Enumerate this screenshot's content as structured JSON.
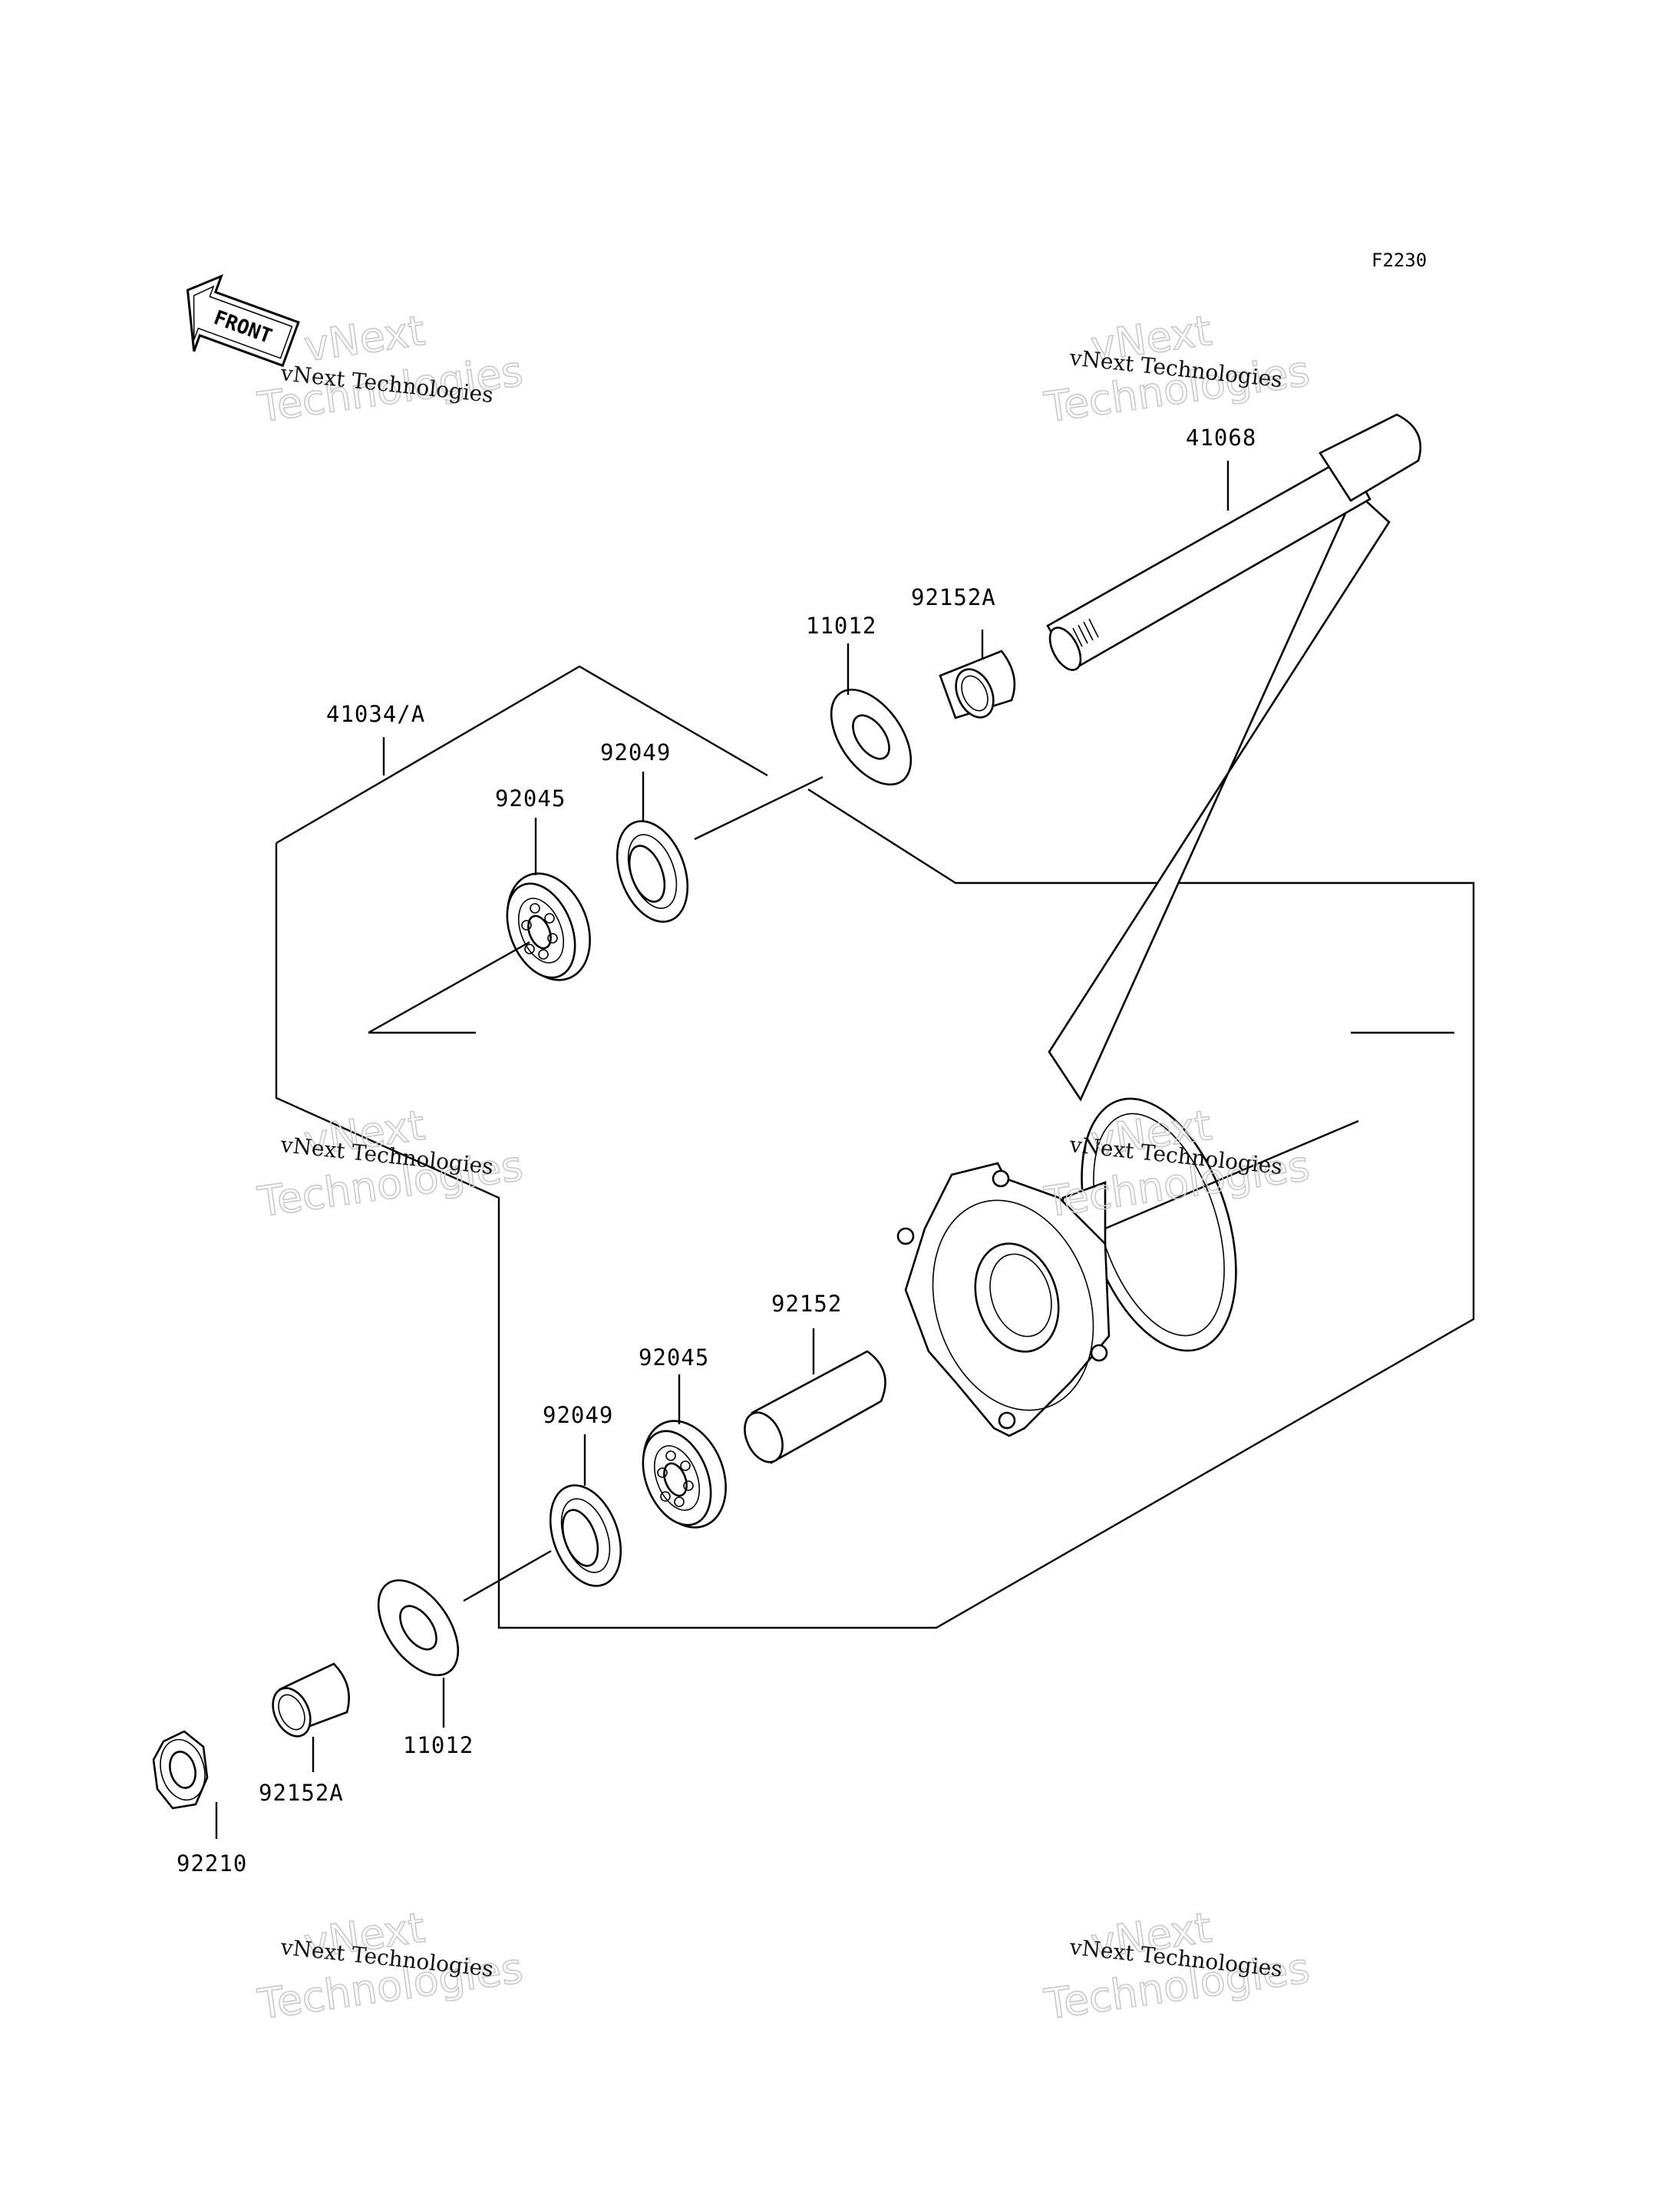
{
  "figure_code": "F2230",
  "front_arrow_label": "FRONT",
  "watermark": {
    "large": [
      "vNext",
      "Technologies"
    ],
    "small": "vNext Technologies"
  },
  "parts": {
    "axle": "41068",
    "collar_top": "92152A",
    "seal_top": "11012",
    "hub_assembly": "41034/A",
    "bearing_ring_top": "92049",
    "ball_bearing_top": "92045",
    "spacer": "92152",
    "ball_bearing_bottom": "92045",
    "bearing_ring_bottom": "92049",
    "seal_bottom": "11012",
    "collar_bottom": "92152A",
    "axle_nut": "92210"
  }
}
